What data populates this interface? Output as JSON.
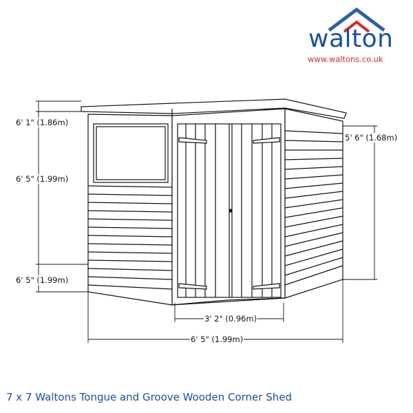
{
  "logo": {
    "brand": "walton",
    "url": "www.waltons.co.uk",
    "colors": {
      "brand_blue": "#1d4f9b",
      "roof_blue": "#2f5fa8",
      "url_red": "#d22b2b"
    }
  },
  "dimensions": {
    "left_eave_height": "6' 1\" (1.86m)",
    "left_upper_height": "6' 5\" (1.99m)",
    "left_depth": "6' 5\" (1.99m)",
    "right_height": "5' 6\" (1.68m)",
    "door_width": "3' 2\" (0.96m)",
    "overall_width": "6' 5\" (1.99m)"
  },
  "caption": "7 x 7 Waltons Tongue and Groove Wooden Corner Shed"
}
